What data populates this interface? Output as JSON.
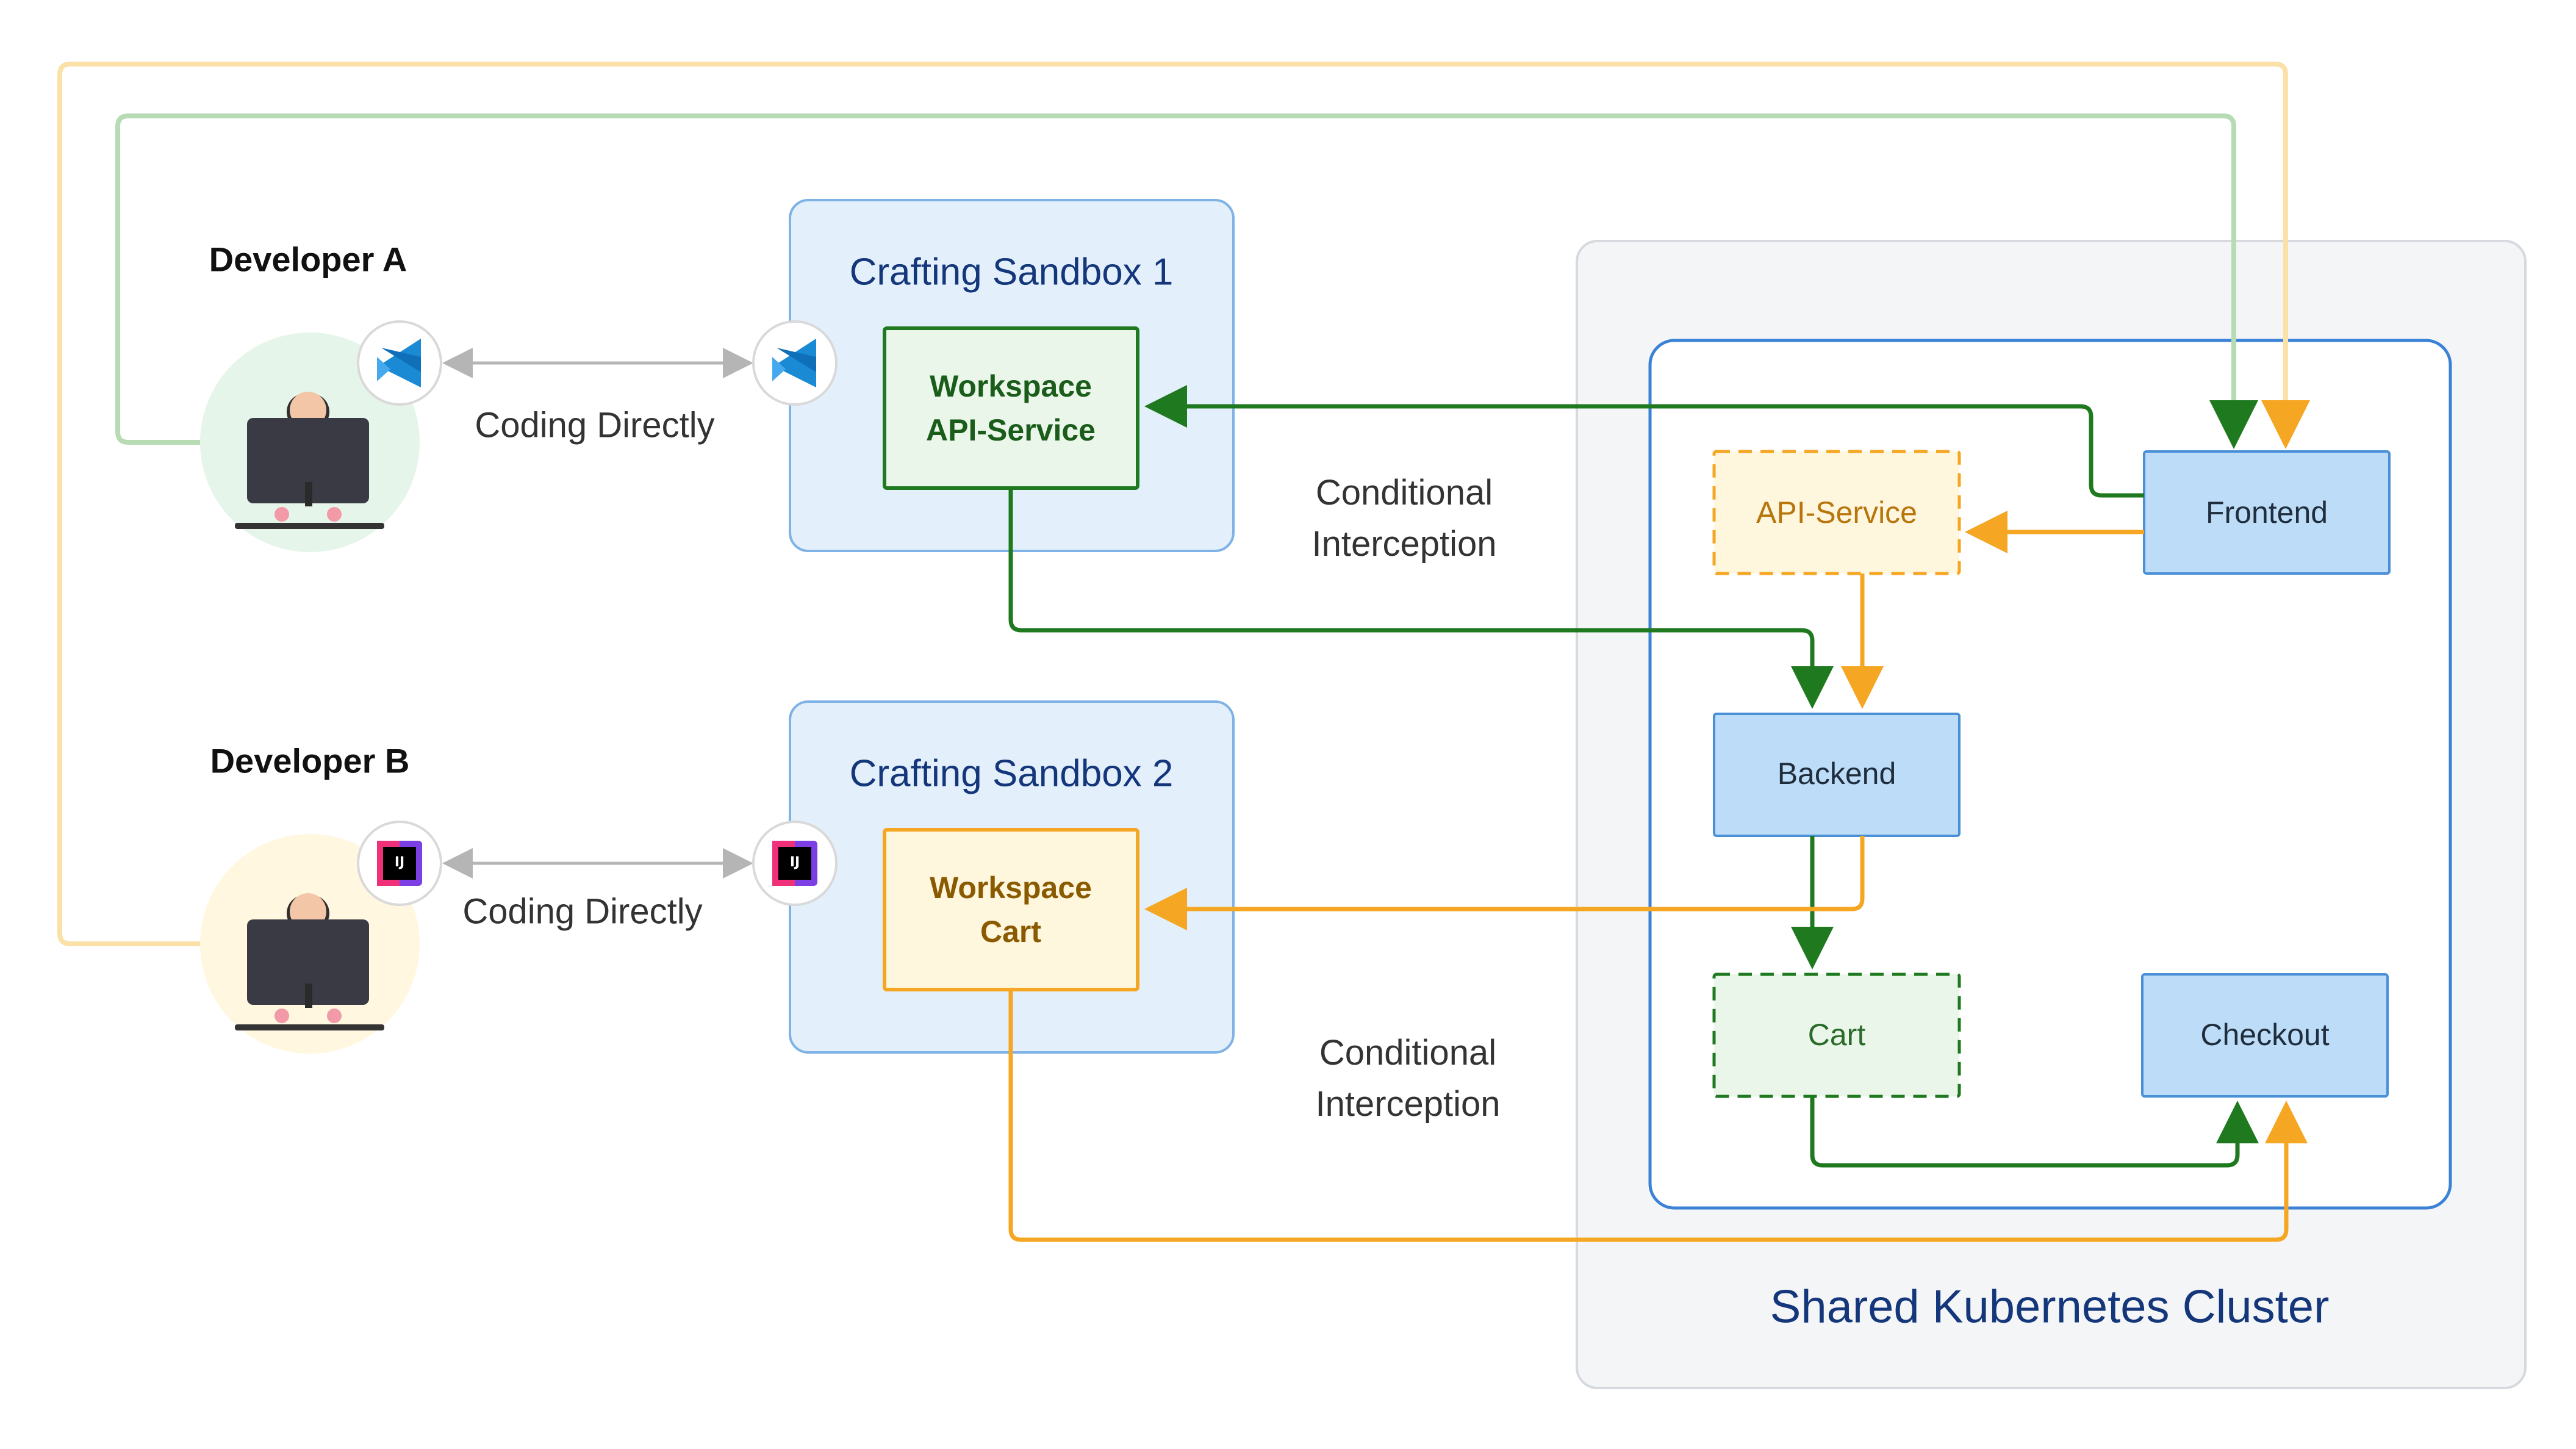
{
  "developers": [
    {
      "name": "Developer A",
      "ide": "vscode-icon"
    },
    {
      "name": "Developer B",
      "ide": "intellij-icon"
    }
  ],
  "links": {
    "coding_a": "Coding Directly",
    "coding_b": "Coding Directly",
    "interception_a_line1": "Conditional",
    "interception_a_line2": "Interception",
    "interception_b_line1": "Conditional",
    "interception_b_line2": "Interception"
  },
  "sandboxes": [
    {
      "title": "Crafting Sandbox 1",
      "workspace_line1": "Workspace",
      "workspace_line2": "API-Service"
    },
    {
      "title": "Crafting Sandbox 2",
      "workspace_line1": "Workspace",
      "workspace_line2": "Cart"
    }
  ],
  "cluster": {
    "title": "Shared Kubernetes Cluster",
    "services": {
      "frontend": "Frontend",
      "api_service": "API-Service",
      "backend": "Backend",
      "cart": "Cart",
      "checkout": "Checkout"
    }
  },
  "colors": {
    "green_path": "#1f7a1f",
    "orange_path": "#f5a623",
    "light_green_path": "#b7dcb4",
    "light_orange_path": "#fbe0a8",
    "sandbox_fill": "#e3f0fb",
    "service_fill": "#bcdcf7",
    "cluster_fill": "#f4f5f7"
  }
}
